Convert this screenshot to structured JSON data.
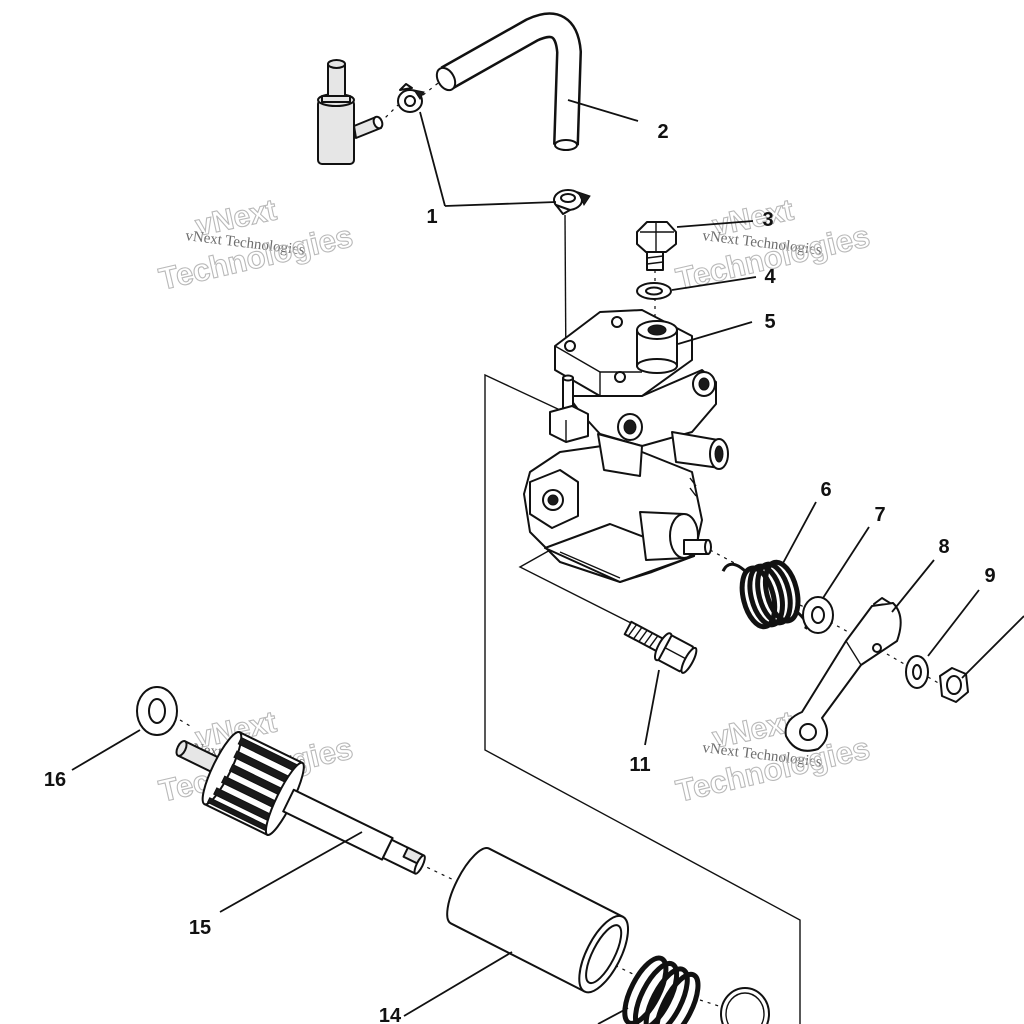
{
  "callouts": {
    "c1": "1",
    "c2": "2",
    "c3": "3",
    "c4": "4",
    "c5": "5",
    "c6": "6",
    "c7": "7",
    "c8": "8",
    "c9": "9",
    "c11": "11",
    "c14": "14",
    "c15": "15",
    "c16": "16"
  },
  "watermark": {
    "small": "vNext Technologies",
    "big_top": "vNext",
    "big_bottom": "Technologies"
  }
}
